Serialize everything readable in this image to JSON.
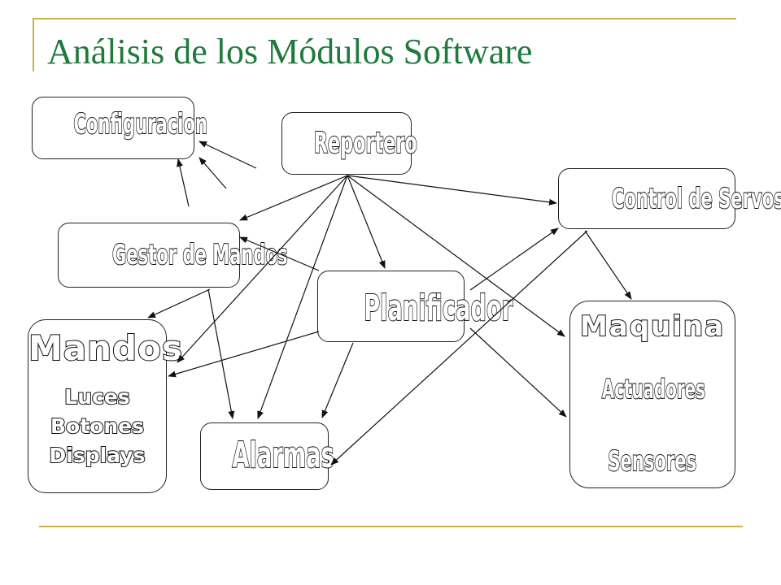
{
  "slide": {
    "title": "Análisis de los Módulos Software"
  },
  "nodes": {
    "configuracion": "Configuracion",
    "reportero": "Reportero",
    "control_servos": "Control de Servos",
    "gestor_mandos": "Gestor de Mandos",
    "planificador": "Planificador",
    "mandos": {
      "title": "Mandos",
      "items": [
        "Luces",
        "Botones",
        "Displays"
      ]
    },
    "alarmas": "Alarmas",
    "maquina": {
      "title": "Maquina",
      "items": [
        "Actuadores",
        "Sensores"
      ]
    }
  },
  "colors": {
    "title": "#1f7a3c",
    "accent_lines": "#c9b24a",
    "stroke": "#111111"
  }
}
